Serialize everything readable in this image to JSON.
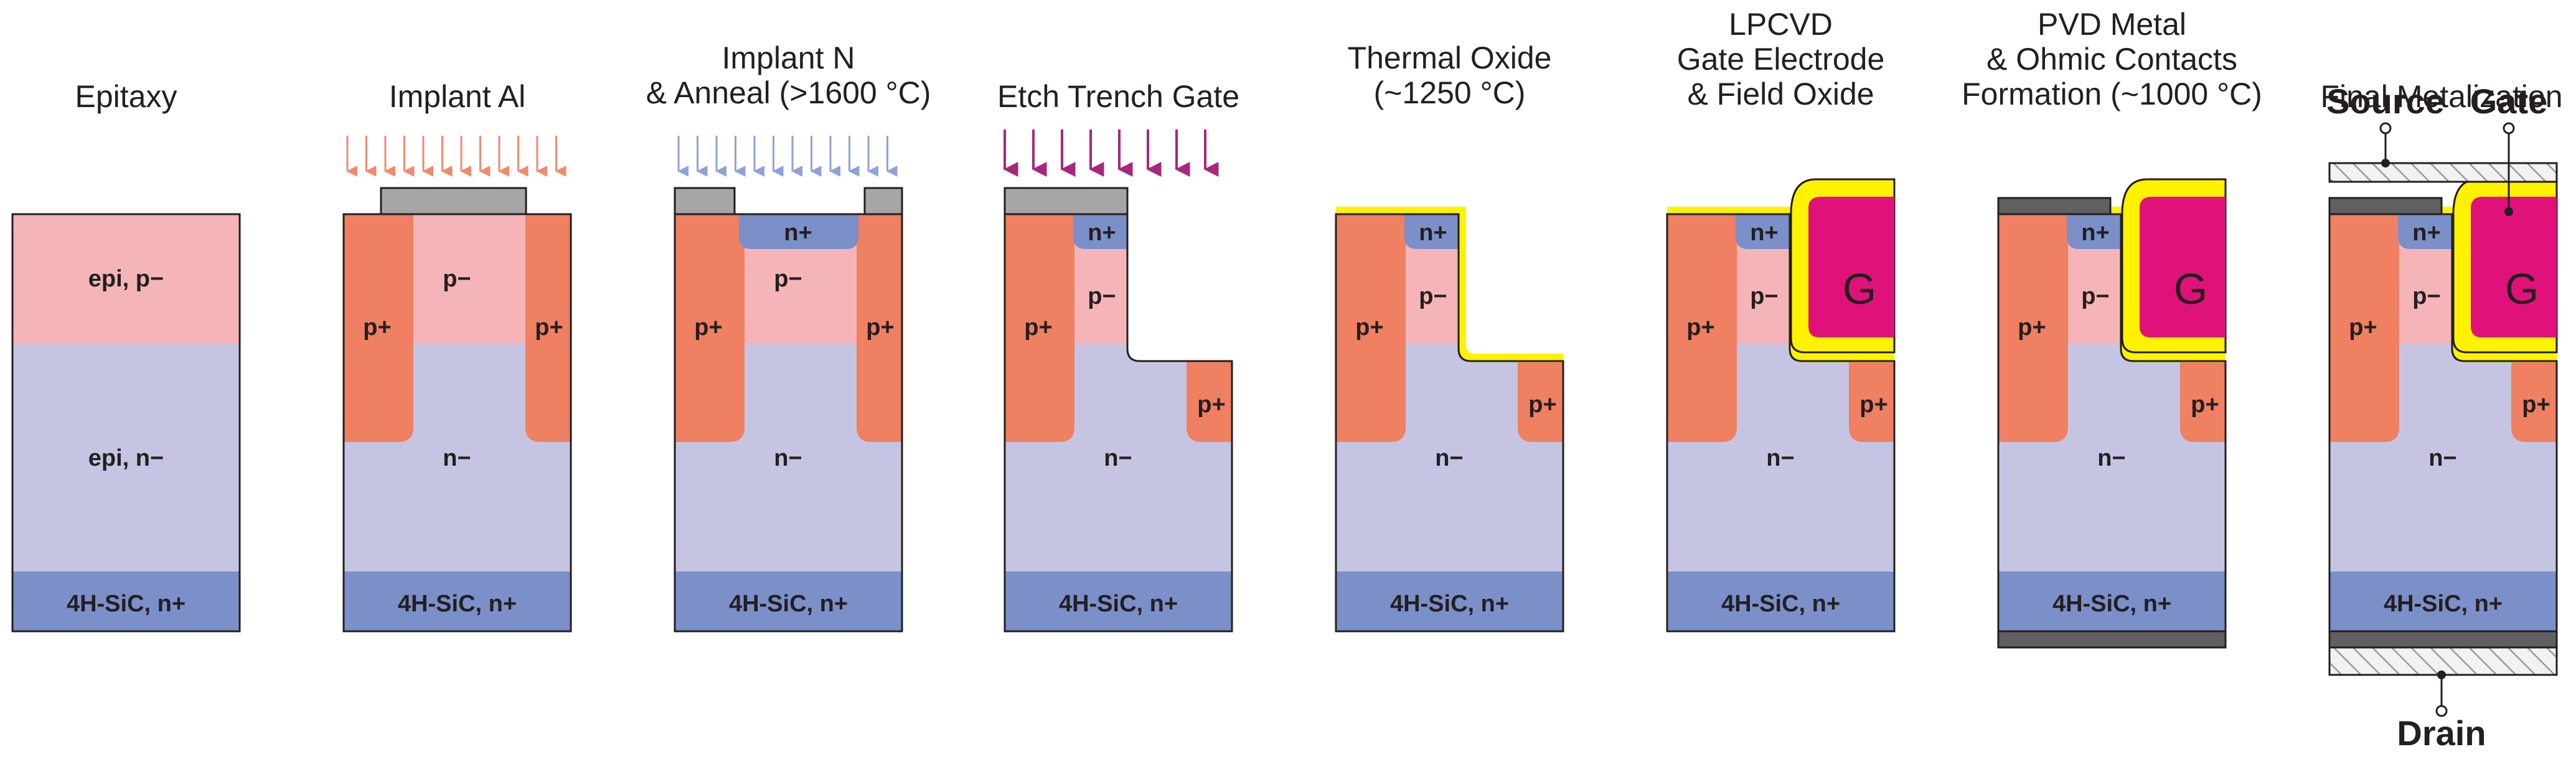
{
  "colors": {
    "p_minus": "#f5b5b8",
    "n_minus": "#c5c5e3",
    "n_plus_substrate": "#7b8fc9",
    "p_plus": "#ef8062",
    "n_plus_region": "#7b8fc9",
    "mask": "#a6a6a6",
    "oxide": "#fff200",
    "gate_poly": "#e0127a",
    "metal": "#606060",
    "arrow_al": "#f08a6c",
    "arrow_n": "#8fa2d8",
    "arrow_etch": "#a8277c",
    "outline": "#231f20",
    "hatch": "#9a9a9a"
  },
  "steps": [
    {
      "title": [
        "Epitaxy"
      ]
    },
    {
      "title": [
        "Implant Al"
      ]
    },
    {
      "title": [
        "Implant N",
        "& Anneal (>1600 °C)"
      ]
    },
    {
      "title": [
        "Etch Trench Gate"
      ]
    },
    {
      "title": [
        "Thermal Oxide",
        "(~1250 °C)"
      ]
    },
    {
      "title": [
        "LPCVD",
        "Gate Electrode",
        "& Field Oxide"
      ]
    },
    {
      "title": [
        "PVD Metal",
        "& Ohmic Contacts",
        "Formation (~1000 °C)"
      ]
    },
    {
      "title": [
        "Final Metalization"
      ]
    }
  ],
  "labels": {
    "epi_p": "epi, p−",
    "epi_n": "epi, n−",
    "substrate": "4H-SiC, n+",
    "p_plus": "p+",
    "p_minus": "p−",
    "n_minus": "n−",
    "n_plus": "n+",
    "gate_poly": "G"
  },
  "terminals": {
    "source": "Source",
    "gate": "Gate",
    "drain": "Drain"
  }
}
